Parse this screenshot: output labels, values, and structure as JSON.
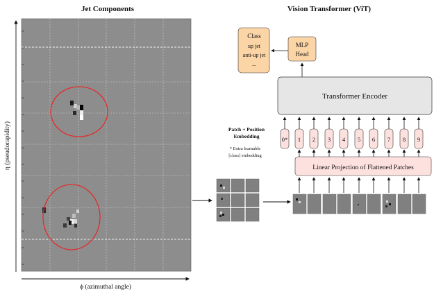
{
  "left_panel": {
    "title": "Jet Components",
    "y_axis_label": "η (pseudorapidity)",
    "x_axis_label": "ϕ (azimuthal angle)"
  },
  "right_panel": {
    "title": "Vision Transformer (ViT)",
    "class_box": {
      "lines": [
        "Class",
        "up jet",
        "anti-up jet",
        "..."
      ]
    },
    "mlp_head": {
      "lines": [
        "MLP",
        "Head"
      ]
    },
    "encoder_label": "Transformer Encoder",
    "embedding_label": {
      "lines": [
        "Patch + Position",
        "Embedding"
      ]
    },
    "class_note": {
      "lines": [
        "* Extra learnable",
        "[class] embedding"
      ]
    },
    "tokens": [
      "0*",
      "1",
      "2",
      "3",
      "4",
      "5",
      "6",
      "7",
      "8",
      "9"
    ],
    "projection_label": "Linear Projection of Flattened Patches"
  },
  "colors": {
    "panel_bg": "#8d8d8d",
    "class_box": "#fcd5a6",
    "token": "#fde1df",
    "projection": "#fde1df",
    "encoder": "#e6e6e6",
    "circle": "#e52a2a",
    "patch": "#808080"
  }
}
